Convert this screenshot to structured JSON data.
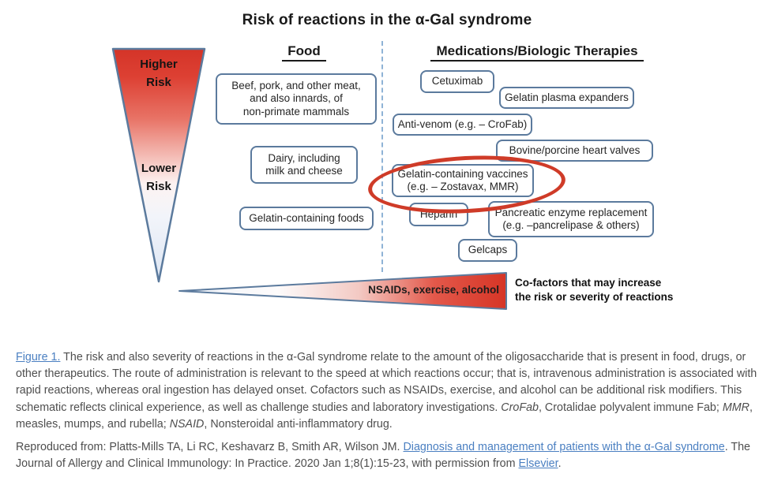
{
  "figure": {
    "title": "Risk of reactions in the α-Gal syndrome",
    "columns": {
      "food": "Food",
      "medications": "Medications/Biologic Therapies"
    },
    "risk_scale": {
      "higher": "Higher\nRisk",
      "lower": "Lower\nRisk"
    },
    "food_boxes": [
      {
        "text": "Beef, pork, and other meat,\nand also innards, of\nnon-primate mammals"
      },
      {
        "text": "Dairy, including\nmilk and cheese"
      },
      {
        "text": "Gelatin-containing foods"
      }
    ],
    "medication_boxes": [
      {
        "text": "Cetuximab"
      },
      {
        "text": "Gelatin plasma expanders"
      },
      {
        "text": "Anti-venom (e.g. – CroFab)"
      },
      {
        "text": "Bovine/porcine heart valves"
      },
      {
        "text": "Gelatin-containing vaccines\n(e.g. – Zostavax, MMR)",
        "highlighted": "red-circle"
      },
      {
        "text": "Heparin"
      },
      {
        "text": "Pancreatic enzyme replacement\n(e.g. –pancrelipase & others)"
      },
      {
        "text": "Gelcaps"
      }
    ],
    "cofactor_cone": {
      "label": "NSAIDs, exercise, alcohol",
      "note": "Co-factors that may increase\nthe risk or severity of reactions"
    },
    "colors": {
      "risk_red": "#dc3a28",
      "pale_blue": "#dde6f3",
      "box_border": "#5b7a9d",
      "highlight_circle": "#cf3b28",
      "divider_dash": "#8fb3d6",
      "link_blue": "#4a7fc1",
      "caption_gray": "#4e4e4e"
    }
  },
  "caption": {
    "figure_label": "Figure 1.",
    "body1": " The risk and also severity of reactions in the α-Gal syndrome relate to the amount of the oligosaccharide that is present in food, drugs, or other therapeutics. The route of administration is relevant to the speed at which reactions occur; that is, intravenous administration is associated with rapid reactions, whereas oral ingestion has delayed onset. Cofactors such as NSAIDs, exercise, and alcohol can be additional risk modifiers. This schematic reflects clinical experience, as well as challenge studies and laboratory investigations. ",
    "abbr1": "CroFab",
    "body2": ", Crotalidae polyvalent immune Fab; ",
    "abbr2": "MMR",
    "body3": ", measles, mumps, and rubella; ",
    "abbr3": "NSAID",
    "body4": ", Nonsteroidal anti-inflammatory drug."
  },
  "attribution": {
    "pre": "Reproduced from: Platts-Mills TA, Li RC, Keshavarz B, Smith AR, Wilson JM. ",
    "article_link": "Diagnosis and management of patients with the α-Gal syndrome",
    "mid": ". The Journal of Allergy and Clinical Immunology: In Practice. 2020 Jan 1;8(1):15-23, with permission from ",
    "publisher_link": "Elsevier",
    "end": "."
  }
}
